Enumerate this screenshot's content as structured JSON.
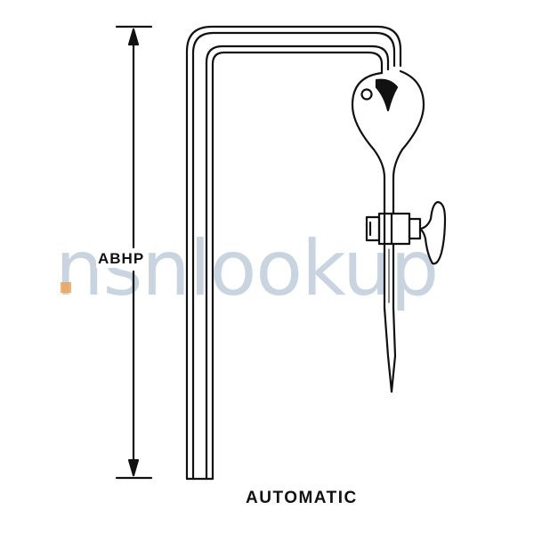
{
  "diagram": {
    "dimension_label": "ABHP",
    "caption": "AUTOMATIC"
  },
  "watermark": {
    "text": "nsnlookup",
    "colors": {
      "text": "#7f9bb8",
      "dot": "#f0a050"
    }
  },
  "colors": {
    "ink": "#111111",
    "background": "#ffffff"
  }
}
